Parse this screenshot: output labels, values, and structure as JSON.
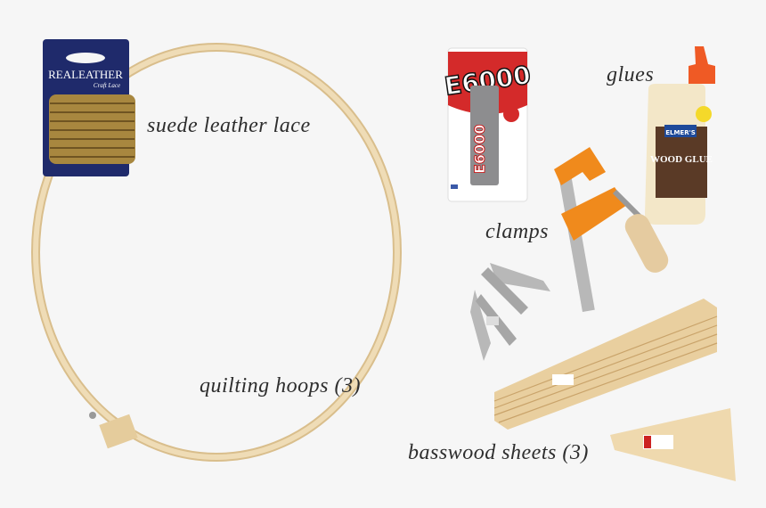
{
  "labels": {
    "suede": "suede leather lace",
    "hoops": "quilting hoops (3)",
    "glues": "glues",
    "clamps": "clamps",
    "basswood": "basswood sheets (3)"
  },
  "logos": {
    "realeather": "REALEATHER",
    "realeather_sub": "Craft Lace",
    "e6000": "E6000",
    "elmers": "ELMER'S",
    "woodglue": "WOOD GLUE"
  },
  "colors": {
    "background": "#f6f6f6",
    "hoop": "#e8d2a8",
    "realeather_card": "#1f2a6b",
    "lace": "#a8873f",
    "e6000_red": "#d42a2a",
    "clamp_orange": "#f08a1c",
    "glue_body": "#f3e7c8",
    "glue_cap": "#ef5a25",
    "wood": "#e9cf9f"
  }
}
